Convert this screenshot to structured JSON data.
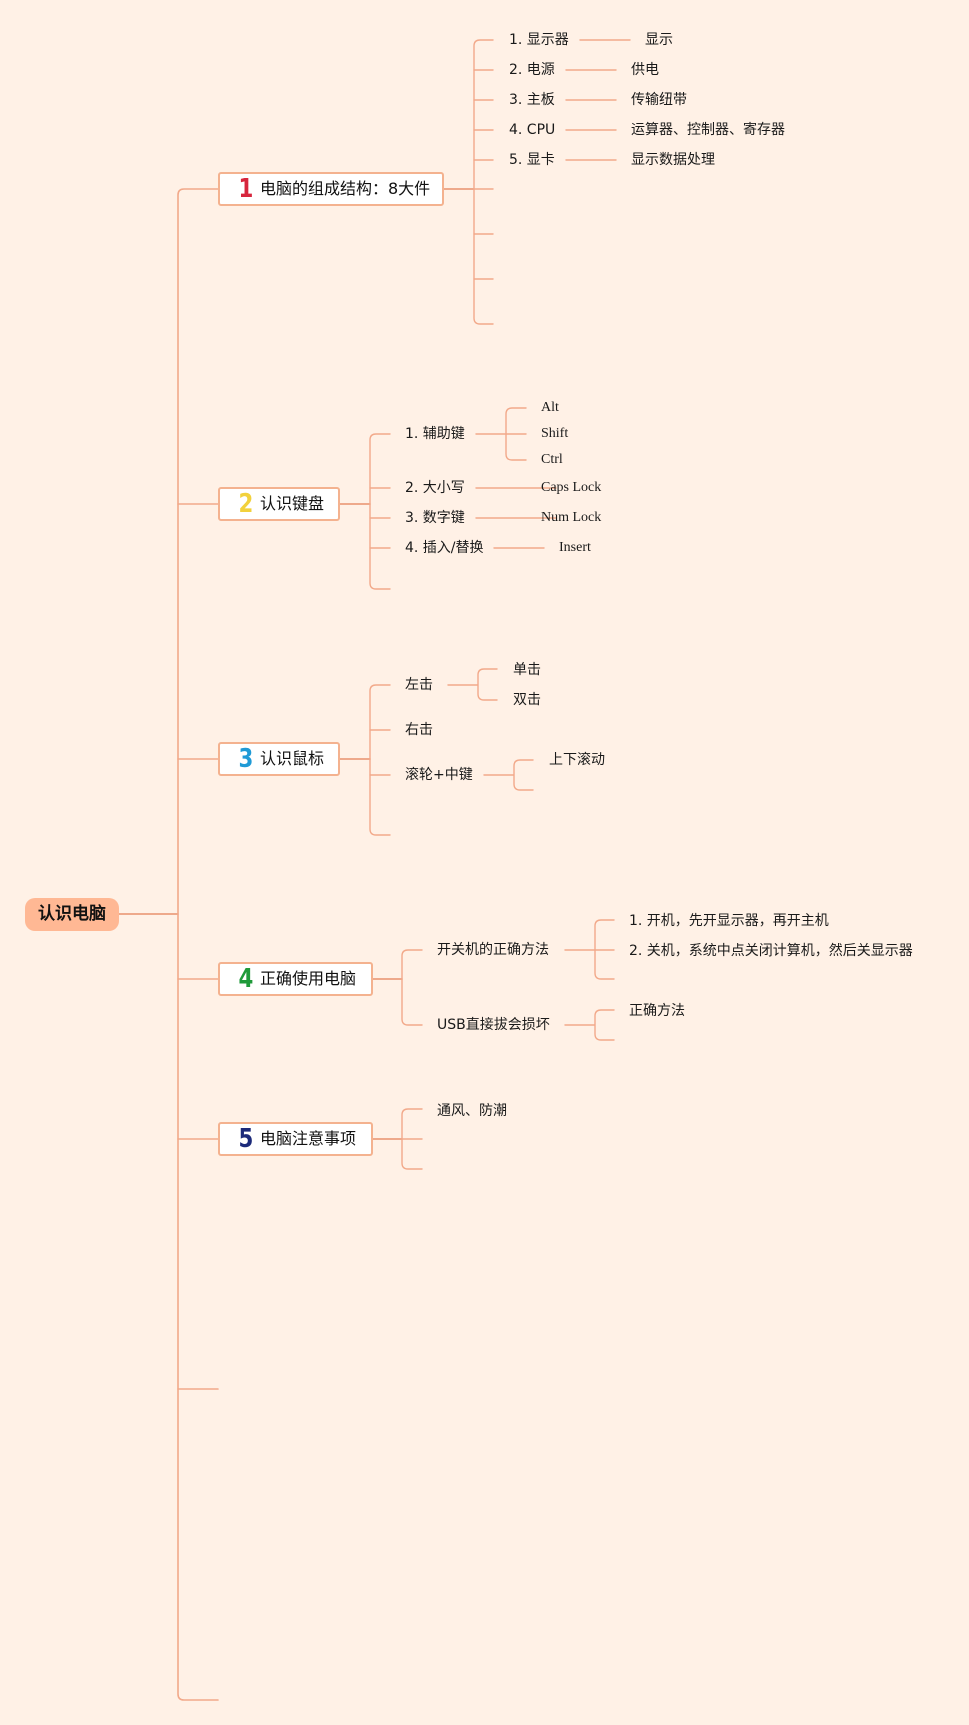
{
  "root": {
    "label": "认识电脑"
  },
  "topics": [
    {
      "number": "1",
      "number_color": "#d7263d",
      "label": "电脑的组成结构：8大件",
      "children": [
        {
          "label": "1. 显示器",
          "detail": "显示"
        },
        {
          "label": "2. 电源",
          "detail": "供电"
        },
        {
          "label": "3. 主板",
          "detail": "传输纽带"
        },
        {
          "label": "4. CPU",
          "detail": "运算器、控制器、寄存器"
        },
        {
          "label": "5. 显卡",
          "detail": "显示数据处理"
        }
      ]
    },
    {
      "number": "2",
      "number_color": "#f2d13c",
      "label": "认识键盘",
      "children": [
        {
          "label": "1. 辅助键",
          "details": [
            "Alt",
            "Shift",
            "Ctrl"
          ]
        },
        {
          "label": "2. 大小写",
          "detail": "Caps Lock"
        },
        {
          "label": "3. 数字键",
          "detail": "Num Lock"
        },
        {
          "label": "4. 插入/替换",
          "detail": "Insert"
        }
      ]
    },
    {
      "number": "3",
      "number_color": "#1f9ad6",
      "label": "认识鼠标",
      "children": [
        {
          "label": "左击",
          "details": [
            "单击",
            "双击"
          ]
        },
        {
          "label": "右击"
        },
        {
          "label": "滚轮+中键",
          "details": [
            "上下滚动"
          ]
        }
      ]
    },
    {
      "number": "4",
      "number_color": "#1f9a3a",
      "label": "正确使用电脑",
      "children": [
        {
          "label": "开关机的正确方法",
          "details": [
            "1. 开机，先开显示器，再开主机",
            "2. 关机，系统中点关闭计算机，然后关显示器"
          ]
        },
        {
          "label": "USB直接拔会损坏",
          "details": [
            "正确方法"
          ]
        }
      ]
    },
    {
      "number": "5",
      "number_color": "#1c2a7a",
      "label": "电脑注意事项",
      "children": [
        {
          "label": "通风、防潮"
        }
      ]
    }
  ],
  "colors": {
    "background": "#fff1e6",
    "root_fill": "#ffb894",
    "connector": "#f2a98a",
    "connector_strong": "#e8916d",
    "topic_border": "#f4b28f"
  }
}
